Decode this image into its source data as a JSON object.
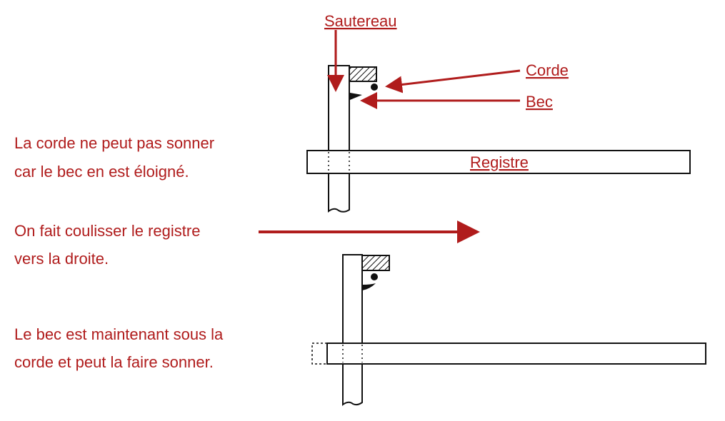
{
  "labels": {
    "jack": "Sautereau",
    "string": "Corde",
    "plectrum": "Bec",
    "register": "Registre"
  },
  "captions": {
    "before_line1": "La corde ne peut pas sonner",
    "before_line2": "car le bec en est éloigné.",
    "action_line1": "On fait coulisser le registre",
    "action_line2": "vers la droite.",
    "after_line1": "Le bec est maintenant sous la",
    "after_line2": "corde et peut la faire sonner."
  },
  "colors": {
    "accent": "#b01c1c",
    "drawing": "#111111"
  }
}
